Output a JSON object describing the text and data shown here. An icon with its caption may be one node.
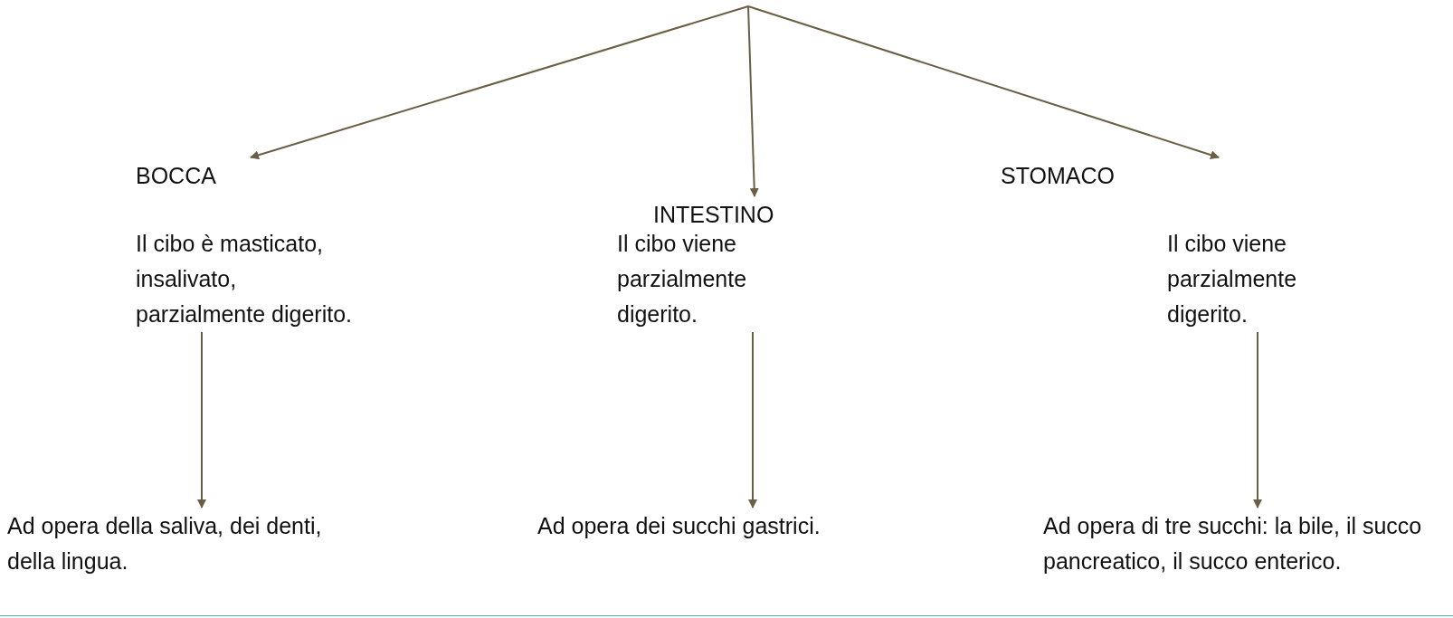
{
  "diagram": {
    "nodes": [
      {
        "text": [
          "BOCCA"
        ]
      },
      {
        "text": [
          "INTESTINO"
        ]
      },
      {
        "text": [
          "STOMACO"
        ]
      },
      {
        "text": [
          "Il cibo è masticato, insalivato, parzialmente digerito."
        ]
      },
      {
        "text": [
          "Il cibo viene parzialmente digerito."
        ]
      },
      {
        "text": [
          "Il cibo viene parzialmente digerito."
        ]
      },
      {
        "text": [
          "Ad opera della saliva, dei denti, della lingua."
        ]
      },
      {
        "text": [
          "Ad opera dei succhi gastrici."
        ]
      },
      {
        "text": [
          "Ad opera di tre succhi: la bile, il succo pancreatico, il succo enterico."
        ]
      }
    ],
    "edges": [
      {
        "from": null,
        "to": 0,
        "arrow": "to"
      },
      {
        "from": null,
        "to": 1,
        "arrow": "to"
      },
      {
        "from": null,
        "to": 2,
        "arrow": "to"
      },
      {
        "from": 3,
        "to": 6,
        "arrow": "to"
      },
      {
        "from": 4,
        "to": 7,
        "arrow": "to"
      },
      {
        "from": 5,
        "to": 8,
        "arrow": "to"
      }
    ]
  }
}
